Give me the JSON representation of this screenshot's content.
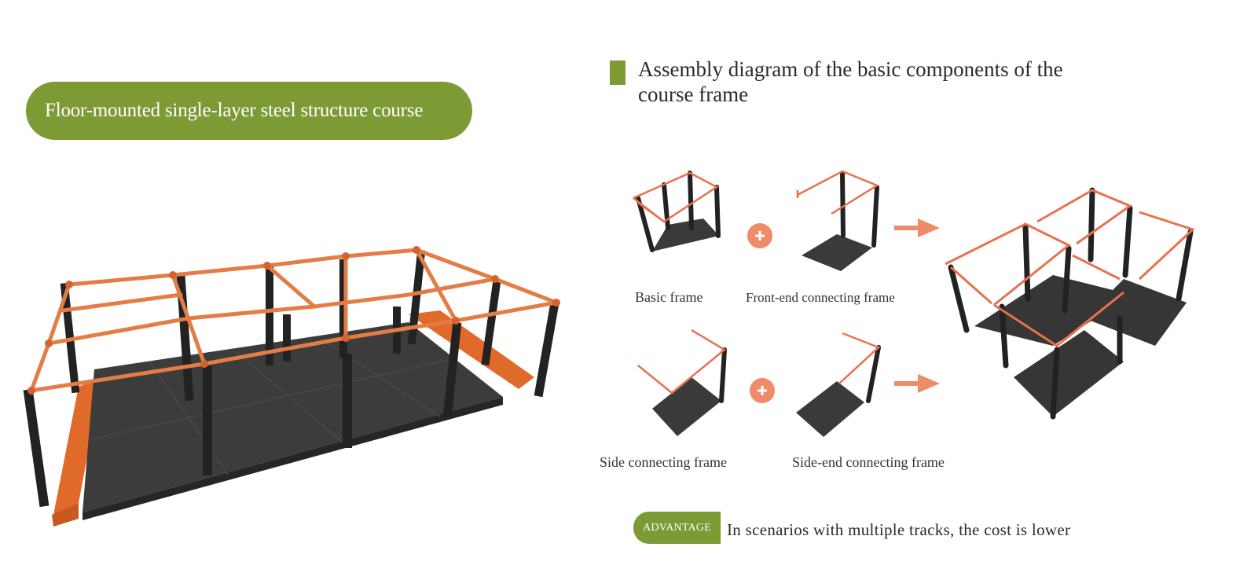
{
  "left": {
    "heading": "Floor-mounted single-layer steel structure course"
  },
  "right": {
    "title": "Assembly diagram of the basic components of the course frame",
    "captions": {
      "basic": "Basic frame",
      "front_end": "Front-end connecting frame",
      "side": "Side connecting frame",
      "side_end": "Side-end connecting frame"
    },
    "advantage_badge": "ADVANTAGE",
    "advantage_text": "In scenarios with multiple tracks, the cost is lower"
  },
  "colors": {
    "brand_green": "#7d9a34",
    "rail_orange": "#e8714e",
    "plus_orange": "#ef8a6a",
    "post_dark": "#2a2a2a",
    "floor_dark": "#3a3a3a",
    "base_orange": "#e06a2a"
  },
  "icons": [
    "plus-icon",
    "arrow-right-icon"
  ]
}
